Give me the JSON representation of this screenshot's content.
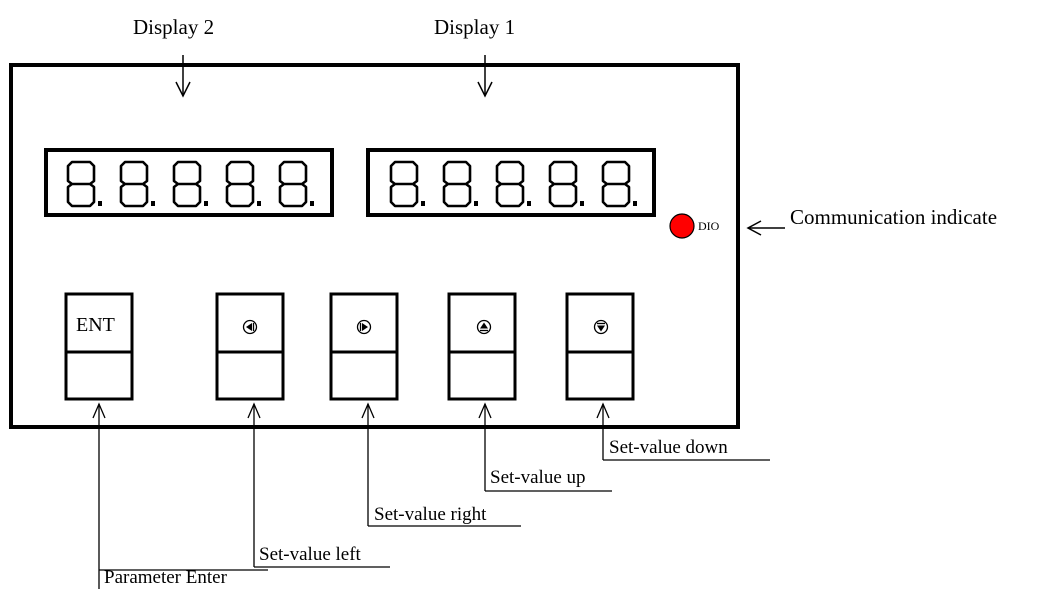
{
  "labels": {
    "display2": "Display 2",
    "display1": "Display 1",
    "communication": "Communication indicate",
    "dio": "DIO",
    "ent": "ENT",
    "set_down": "Set-value down",
    "set_up": "Set-value up",
    "set_right": "Set-value right",
    "set_left": "Set-value left",
    "param_enter": "Parameter Enter"
  },
  "displays": [
    {
      "name": "display-2",
      "digits": 5,
      "pattern": "8."
    },
    {
      "name": "display-1",
      "digits": 5,
      "pattern": "8."
    }
  ],
  "indicator": {
    "color": "#ff0000"
  },
  "buttons": [
    {
      "name": "ent-button",
      "icon": "text"
    },
    {
      "name": "left-button",
      "icon": "triangle-left-icon"
    },
    {
      "name": "right-button",
      "icon": "triangle-right-icon"
    },
    {
      "name": "up-button",
      "icon": "triangle-up-icon"
    },
    {
      "name": "down-button",
      "icon": "triangle-down-icon"
    }
  ]
}
